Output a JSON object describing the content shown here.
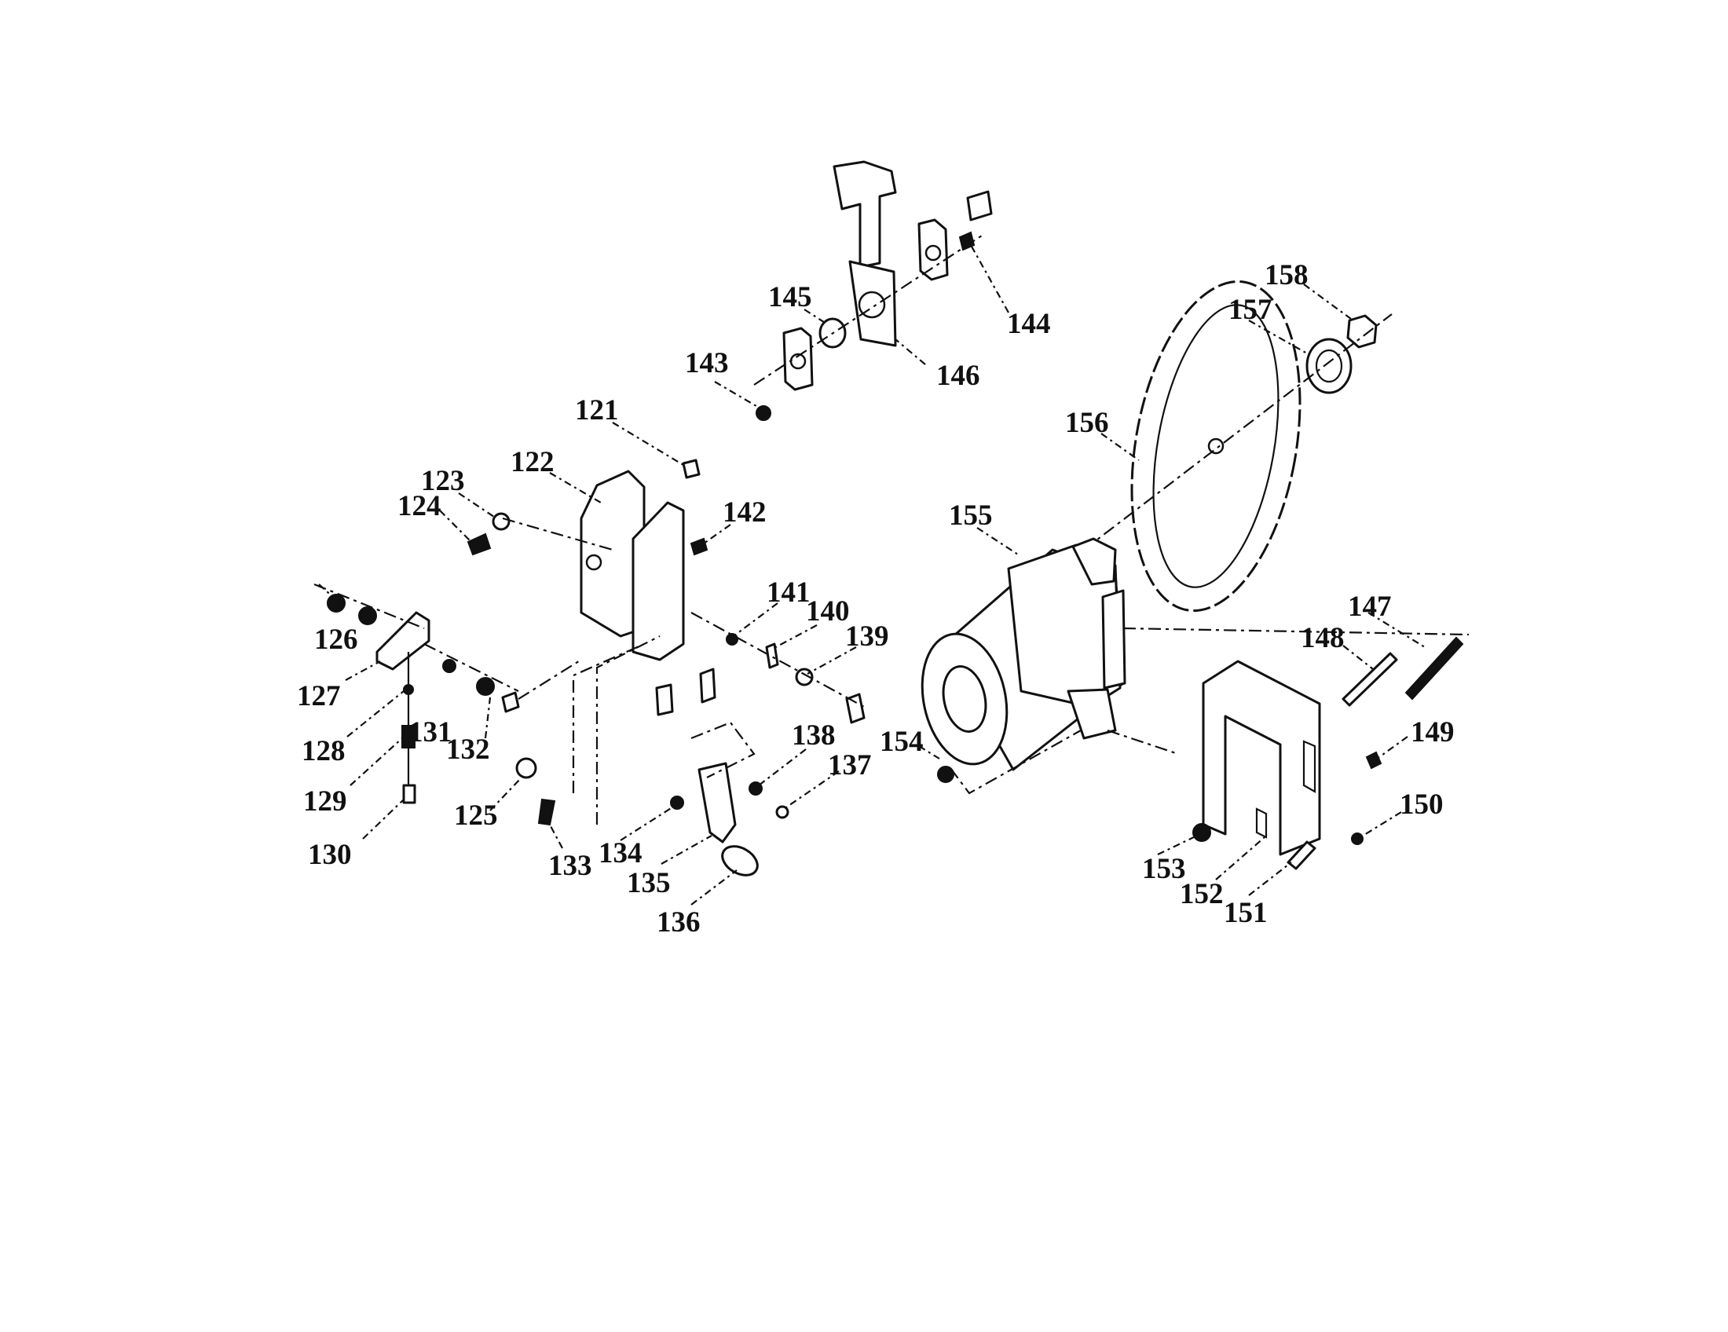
{
  "diagram": {
    "part_numbers": {
      "p121": "121",
      "p122": "122",
      "p123": "123",
      "p124": "124",
      "p125": "125",
      "p126": "126",
      "p127": "127",
      "p128": "128",
      "p129": "129",
      "p130": "130",
      "p131": "131",
      "p132": "132",
      "p133": "133",
      "p134": "134",
      "p135": "135",
      "p136": "136",
      "p137": "137",
      "p138": "138",
      "p139": "139",
      "p140": "140",
      "p141": "141",
      "p142": "142",
      "p143": "143",
      "p144": "144",
      "p145": "145",
      "p146": "146",
      "p147": "147",
      "p148": "148",
      "p149": "149",
      "p150": "150",
      "p151": "151",
      "p152": "152",
      "p153": "153",
      "p154": "154",
      "p155": "155",
      "p156": "156",
      "p157": "157",
      "p158": "158"
    }
  }
}
